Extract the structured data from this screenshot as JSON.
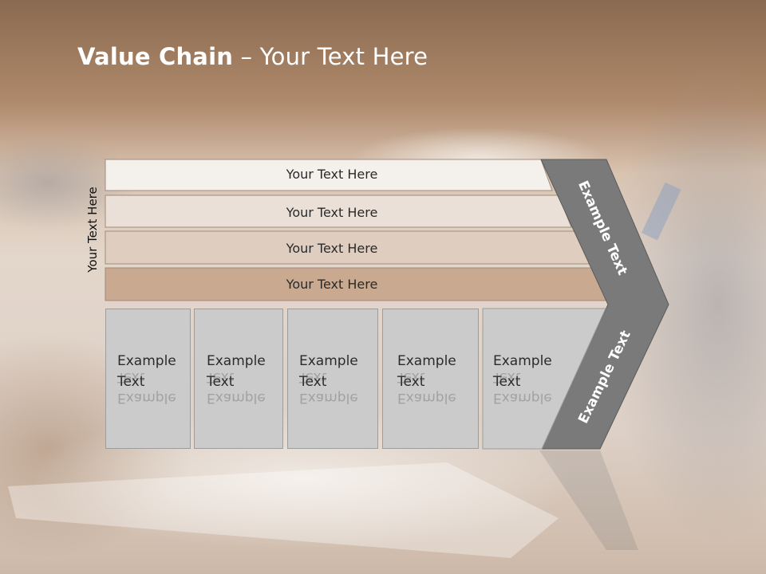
{
  "slide": {
    "title_bold": "Value Chain",
    "title_rest": " – Your Text Here",
    "side_label": "Your Text Here"
  },
  "bars": [
    {
      "label": "Your Text Here",
      "color": "#f4f0ec"
    },
    {
      "label": "Your Text Here",
      "color": "#ebe0d7"
    },
    {
      "label": "Your Text Here",
      "color": "#dfcebf"
    },
    {
      "label": "Your Text Here",
      "color": "#c9a98f"
    }
  ],
  "boxes": [
    {
      "line1": "Example",
      "line2": "Text"
    },
    {
      "line1": "Example",
      "line2": "Text"
    },
    {
      "line1": "Example",
      "line2": "Text"
    },
    {
      "line1": "Example",
      "line2": "Text"
    },
    {
      "line1": "Example",
      "line2": "Text"
    }
  ],
  "chevron": {
    "upper_label": "Example Text",
    "lower_label": "Example Text",
    "color": "#7a7a7a"
  }
}
